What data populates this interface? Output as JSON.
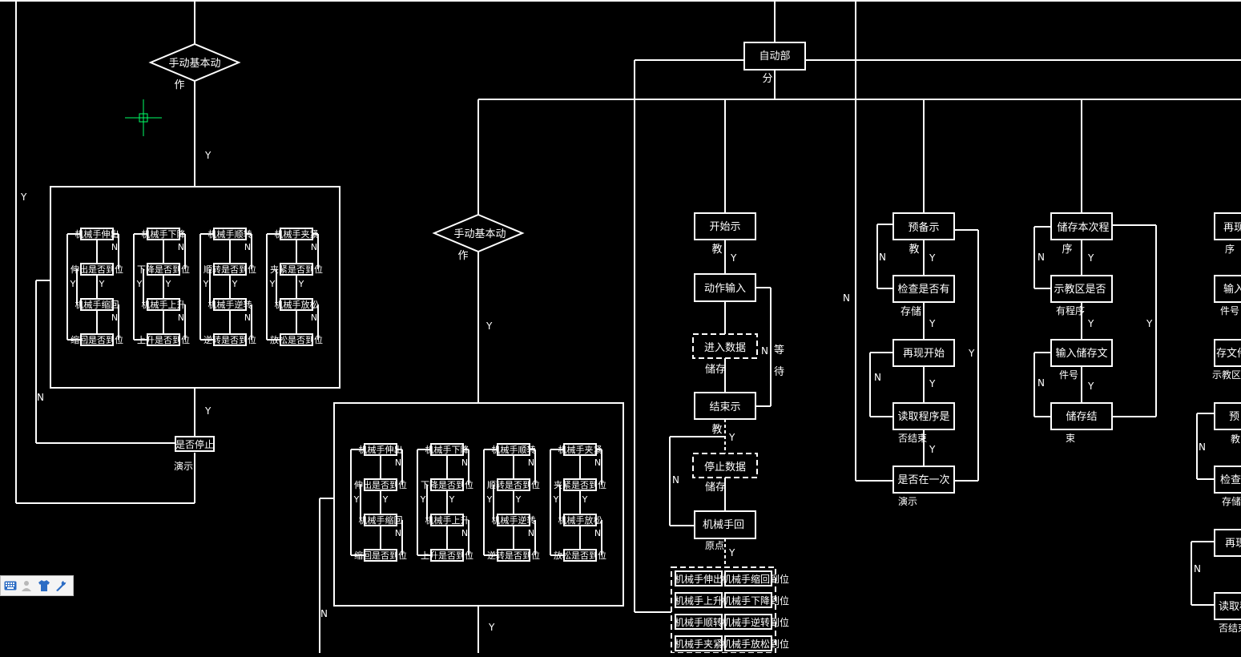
{
  "colors": {
    "background": "#000000",
    "stroke": "#ffffff",
    "crosshair": "#00ff66",
    "toolbar": "#f4f4f4"
  },
  "labels": {
    "yes": "Y",
    "no": "N",
    "manual_basic_a": "手动基本动",
    "manual_basic_b": "作",
    "auto_a": "自动部",
    "auto_b": "分",
    "stop_demo_a": "是否停止",
    "stop_demo_b": "演示",
    "teach_start_a": "开始示",
    "teach_start_b": "教",
    "action_input": "动作输入",
    "enter_store_a": "进入数据",
    "enter_store_b": "储存",
    "wait_a": "等",
    "wait_b": "待",
    "teach_end_a": "结束示",
    "teach_end_b": "教",
    "stop_store_a": "停止数据",
    "stop_store_b": "储存",
    "robot_home_a": "机械手回",
    "robot_home_b": "原点",
    "prep_teach_a": "预备示",
    "prep_teach_b": "教",
    "check_stored_a": "检查是否有",
    "check_stored_b": "存储",
    "replay_start": "再现开始",
    "read_end_a": "读取程序是",
    "read_end_b": "否结束",
    "once_more_a": "是否在一次",
    "once_more_b": "演示",
    "store_prog_a": "储存本次程",
    "store_prog_b": "序",
    "teach_area_a": "示教区是否",
    "teach_area_b": "有程序",
    "input_file_a": "输入储存文",
    "input_file_b": "件号",
    "store_end_a": "储存结",
    "store_end_b": "束",
    "edge_replay": "再现",
    "edge_prog": "序",
    "edge_input": "输入",
    "edge_filenum": "件号",
    "edge_file": "存文件",
    "edge_teacharea": "示教区",
    "edge_prep": "预",
    "edge_teach": "教",
    "edge_check": "检查",
    "edge_store": "存储",
    "edge_replay2": "再现",
    "edge_read": "读取程",
    "edge_end": "否结束",
    "grid_rows": [
      [
        "机械手伸出",
        "伸出是否到位",
        "机械手缩回",
        "缩回是否到位"
      ],
      [
        "机械手下降",
        "下降是否到位",
        "机械手上升",
        "上升是否到位"
      ],
      [
        "机械手顺转",
        "顺转是否到位",
        "机械手逆转",
        "逆转是否到位"
      ],
      [
        "机械手夹紧",
        "夹紧是否到位",
        "机械手放松",
        "放松是否到位"
      ]
    ],
    "home_list": [
      [
        "机械手伸出",
        "机械手缩回到位"
      ],
      [
        "机械手上升",
        "机械手下降到位"
      ],
      [
        "机械手顺转",
        "机械手逆转到位"
      ],
      [
        "机械手夹紧",
        "机械手放松到位"
      ]
    ]
  },
  "toolbar": {
    "icons": [
      "keyboard-icon",
      "user-icon",
      "shirt-icon",
      "wrench-icon"
    ]
  }
}
